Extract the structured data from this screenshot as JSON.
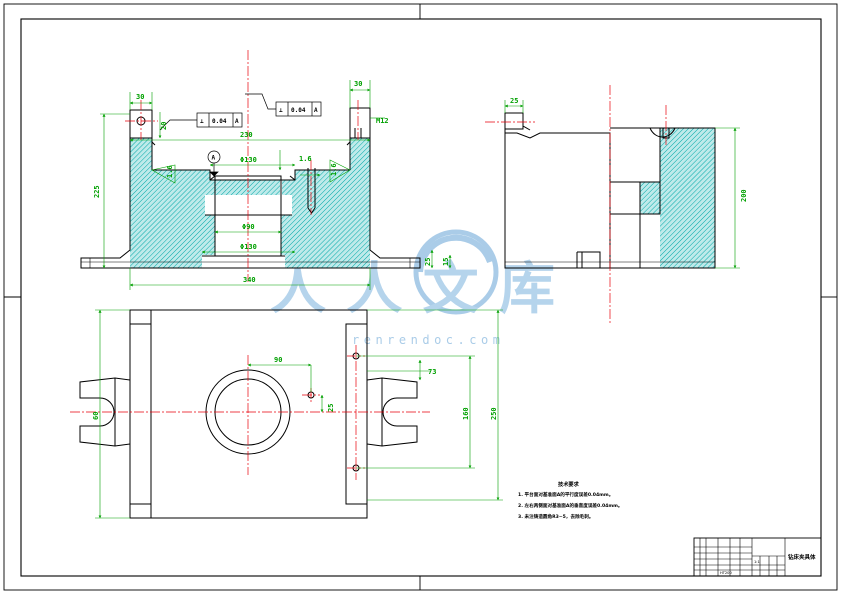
{
  "drawing": {
    "front_view": {
      "dimensions": {
        "top_left_width": "30",
        "top_right_width": "30",
        "top_hole_depth": "20",
        "thread": "M12",
        "inner_width": "230",
        "step_dia": "Φ130",
        "left_height": "1.6",
        "right_height": "1.6",
        "inner_small": "1.6",
        "left_total_height": "225",
        "bore": "Φ90",
        "base_dia": "Φ130",
        "base_thk_1": "25",
        "base_thk_2": "15",
        "overall_width": "340"
      },
      "tolerance_frames": [
        {
          "symbol": "⊥",
          "value": "0.04",
          "datum": "A"
        },
        {
          "symbol": "⊥",
          "value": "0.04",
          "datum": "A"
        }
      ],
      "datum_label": "A"
    },
    "side_view": {
      "dimensions": {
        "top_width": "25",
        "height": "200"
      }
    },
    "top_view": {
      "dimensions": {
        "hole_offset": "90",
        "hole_small": "25",
        "slot_width": "60",
        "slot_offset": "73",
        "hole_spacing": "160",
        "overall_height": "250"
      }
    }
  },
  "technical_requirements": {
    "title": "技术要求",
    "items": [
      "1. 平台面对基准面A的平行度误差0.04mm。",
      "2. 左右两侧面对基准面A的垂直度误差0.04mm。",
      "3. 未注铸造圆角R3~5，去除毛刺。"
    ]
  },
  "title_block": {
    "drawing_name": "钻床夹具体",
    "scale": "1:1",
    "material": "HT200"
  },
  "watermark": {
    "text": "人人文库",
    "url": "renrendoc.com"
  },
  "colors": {
    "outline": "#000000",
    "centerline": "#e8000b",
    "dimension": "#00a000",
    "hatch": "#00b0b0",
    "watermark": "#9cc4e4"
  }
}
